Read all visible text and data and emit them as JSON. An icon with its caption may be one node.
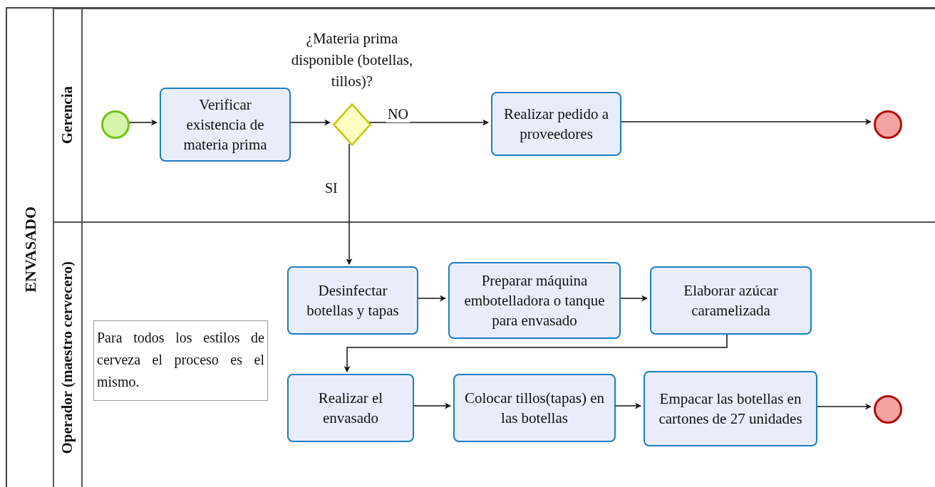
{
  "diagram": {
    "nodes": [
      {
        "text": [
          "ENVASADO"
        ]
      },
      {
        "text": [
          "Gerencia"
        ],
        "in": 0
      },
      {
        "text": [
          "Operador (maestro cervecero)"
        ],
        "in": 0
      },
      {
        "text": [],
        "shape": "circle",
        "in": 1
      },
      {
        "text": [
          "Verificar existencia de materia prima"
        ],
        "in": 1
      },
      {
        "text": [
          "¿Materia prima disponible (botellas, tillos)?"
        ],
        "in": 1
      },
      {
        "text": [
          "Realizar pedido a proveedores"
        ],
        "in": 1
      },
      {
        "text": [],
        "shape": "circle",
        "in": 1
      },
      {
        "text": [
          "Para todos los estilos de cerveza el proceso es el mismo."
        ],
        "in": 2
      },
      {
        "text": [
          "Desinfectar botellas y tapas"
        ],
        "in": 2
      },
      {
        "text": [
          "Preparar máquina embotelladora o tanque para envasado"
        ],
        "in": 2
      },
      {
        "text": [
          "Elaborar azúcar caramelizada"
        ],
        "in": 2
      },
      {
        "text": [
          "Realizar el envasado"
        ],
        "in": 2
      },
      {
        "text": [
          "Colocar tillos(tapas) en las botellas"
        ],
        "in": 2
      },
      {
        "text": [
          "Empacar las botellas en cartones de 27 unidades"
        ],
        "in": 2
      },
      {
        "text": [],
        "shape": "circle",
        "in": 2
      }
    ],
    "edges": [
      {
        "from": 3,
        "to": 4,
        "arrow": "to"
      },
      {
        "from": 4,
        "to": 5,
        "arrow": "to"
      },
      {
        "from": 5,
        "to": 6,
        "arrow": "to",
        "label": "NO"
      },
      {
        "from": 6,
        "to": 7,
        "arrow": "to"
      },
      {
        "from": 5,
        "to": 9,
        "arrow": "to",
        "label": "SI"
      },
      {
        "from": 9,
        "to": 10,
        "arrow": "to"
      },
      {
        "from": 10,
        "to": 11,
        "arrow": "to"
      },
      {
        "from": 11,
        "to": 12,
        "arrow": "to"
      },
      {
        "from": 12,
        "to": 13,
        "arrow": "to"
      },
      {
        "from": 13,
        "to": 14,
        "arrow": "to"
      },
      {
        "from": 14,
        "to": 15,
        "arrow": "to"
      }
    ]
  }
}
